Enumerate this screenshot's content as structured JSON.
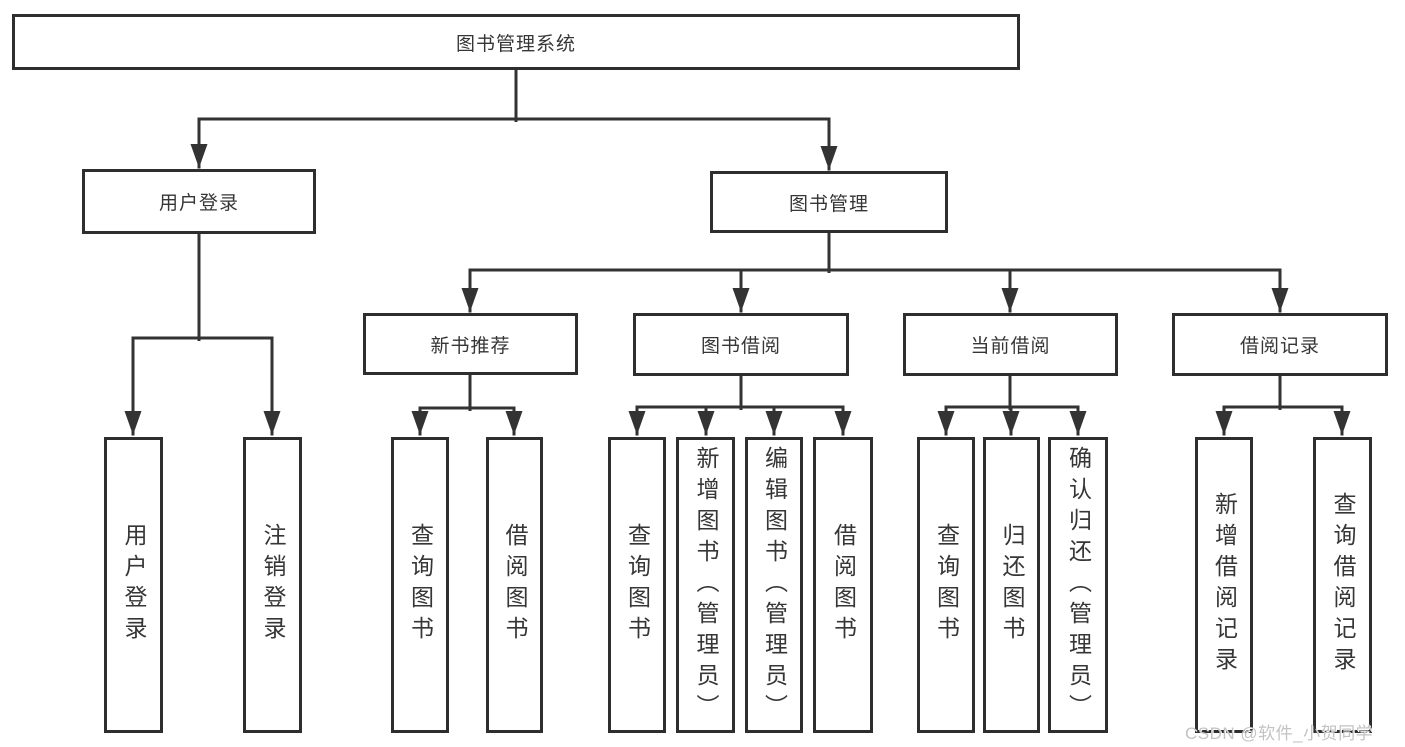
{
  "diagram_type": "hierarchy-tree",
  "tree": {
    "root": "图书管理系统",
    "branches": [
      {
        "label": "用户登录",
        "children": [
          "用户登录",
          "注销登录"
        ]
      },
      {
        "label": "图书管理",
        "groups": [
          {
            "label": "新书推荐",
            "children": [
              "查询图书",
              "借阅图书"
            ]
          },
          {
            "label": "图书借阅",
            "children": [
              "查询图书",
              "新增图书（管理员）",
              "编辑图书（管理员）",
              "借阅图书"
            ]
          },
          {
            "label": "当前借阅",
            "children": [
              "查询图书",
              "归还图书",
              "确认归还（管理员）"
            ]
          },
          {
            "label": "借阅记录",
            "children": [
              "新增借阅记录",
              "查询借阅记录"
            ]
          }
        ]
      }
    ]
  },
  "watermark": "CSDN @软件_小贺同学",
  "colors": {
    "line": "#333333",
    "box_border": "#2e2e2e",
    "text": "#363636",
    "watermark": "#c3c3c3",
    "background": "#ffffff"
  }
}
